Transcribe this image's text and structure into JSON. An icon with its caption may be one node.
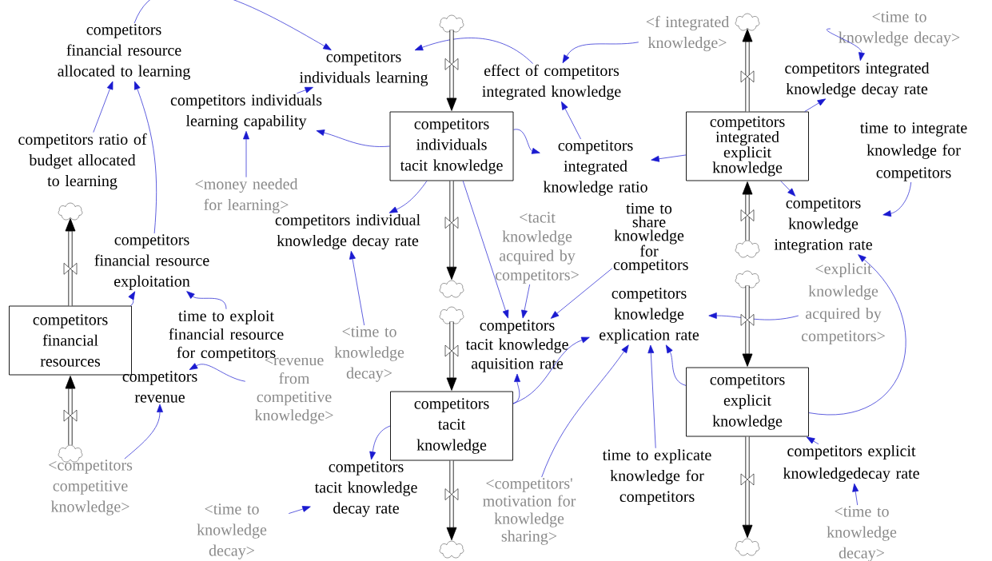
{
  "diagram": {
    "nodes": [
      {
        "text": [
          "competitors financial resource allocated to learning"
        ]
      },
      {
        "text": [
          "competitors individuals learning"
        ]
      },
      {
        "text": [
          "competitors individuals learning capability"
        ]
      },
      {
        "text": [
          "competitors ratio of budget allocated to learning"
        ]
      },
      {
        "text": [
          "<money needed for learning>"
        ]
      },
      {
        "text": [],
        "shape": "cloud"
      },
      {
        "text": [
          "competitors financial resource exploitation"
        ]
      },
      {
        "text": [
          "competitors financial resources"
        ]
      },
      {
        "text": [
          "time to exploit financial resource for competitors"
        ]
      },
      {
        "text": [
          "competitors revenue"
        ]
      },
      {
        "text": [],
        "shape": "cloud"
      },
      {
        "text": [
          "<revenue from competitive knowledge>"
        ]
      },
      {
        "text": [
          "<competitors competitive knowledge>"
        ]
      },
      {
        "text": [
          "<time to knowledge decay>"
        ]
      },
      {
        "text": [],
        "shape": "cloud"
      },
      {
        "text": [
          "effect of competitors integrated knowledge"
        ]
      },
      {
        "text": [
          "competitors individuals tacit knowledge"
        ]
      },
      {
        "text": [
          "competitors integrated knowledge ratio"
        ]
      },
      {
        "text": [
          "<f integrated knowledge>"
        ]
      },
      {
        "text": [
          "competitors individual knowledge decay rate"
        ]
      },
      {
        "text": [
          "<tacit knowledge acquired by competitors>"
        ]
      },
      {
        "text": [
          "<time to knowledge decay>"
        ]
      },
      {
        "text": [],
        "shape": "cloud"
      },
      {
        "text": [],
        "shape": "cloud"
      },
      {
        "text": [
          "competitors tacit knowledge aquisition rate"
        ]
      },
      {
        "text": [
          "competitors tacit knowledge"
        ]
      },
      {
        "text": [
          "competitors tacit knowledge decay rate"
        ]
      },
      {
        "text": [],
        "shape": "cloud"
      },
      {
        "text": [
          "<competitors' motivation for knowledge sharing>"
        ]
      },
      {
        "text": [
          "time to share knowledge for competitors"
        ]
      },
      {
        "text": [
          "competitors knowledge explication rate"
        ]
      },
      {
        "text": [
          "time to explicate knowledge for competitors"
        ]
      },
      {
        "text": [],
        "shape": "cloud"
      },
      {
        "text": [
          "<time to knowledge decay>"
        ]
      },
      {
        "text": [
          "competitors integrated knowledge decay rate"
        ]
      },
      {
        "text": [
          "competitors integrated explicit knowledge"
        ]
      },
      {
        "text": [
          "time to integrate knowledge for competitors"
        ]
      },
      {
        "text": [
          "competitors knowledge integration rate"
        ]
      },
      {
        "text": [],
        "shape": "cloud"
      },
      {
        "text": [],
        "shape": "cloud"
      },
      {
        "text": [
          "<explicit knowledge acquired by competitors>"
        ]
      },
      {
        "text": [
          "competitors explicit knowledge"
        ]
      },
      {
        "text": [
          "competitors explicit knowledgedecay rate"
        ]
      },
      {
        "text": [
          "<time to knowledge decay>"
        ]
      },
      {
        "text": [],
        "shape": "cloud"
      }
    ],
    "edges": [
      {
        "from": 0,
        "to": 1,
        "arrow": "to"
      },
      {
        "from": 3,
        "to": 0,
        "arrow": "to"
      },
      {
        "from": 6,
        "to": 0,
        "arrow": "to"
      },
      {
        "from": 2,
        "to": 1,
        "arrow": "to"
      },
      {
        "from": 4,
        "to": 2,
        "arrow": "to"
      },
      {
        "from": 16,
        "to": 2,
        "arrow": "to"
      },
      {
        "from": 16,
        "to": 19,
        "arrow": "to"
      },
      {
        "from": 16,
        "to": 24,
        "arrow": "to"
      },
      {
        "from": 16,
        "to": 17,
        "arrow": "to"
      },
      {
        "from": 17,
        "to": 15,
        "arrow": "to"
      },
      {
        "from": 15,
        "to": 1,
        "arrow": "to"
      },
      {
        "from": 18,
        "to": 15,
        "arrow": "to"
      },
      {
        "from": 20,
        "to": 24,
        "arrow": "to"
      },
      {
        "from": 21,
        "to": 19,
        "arrow": "to"
      },
      {
        "from": 29,
        "to": 24,
        "arrow": "to"
      },
      {
        "from": 35,
        "to": 17,
        "arrow": "to"
      },
      {
        "from": 35,
        "to": 34,
        "arrow": "to"
      },
      {
        "from": 35,
        "to": 37,
        "arrow": "to"
      },
      {
        "from": 33,
        "to": 34,
        "arrow": "to"
      },
      {
        "from": 36,
        "to": 37,
        "arrow": "to"
      },
      {
        "from": 41,
        "to": 37,
        "arrow": "to"
      },
      {
        "from": 25,
        "to": 24,
        "arrow": "to"
      },
      {
        "from": 25,
        "to": 30,
        "arrow": "to"
      },
      {
        "from": 28,
        "to": 30,
        "arrow": "to"
      },
      {
        "from": 25,
        "to": 26,
        "arrow": "to"
      },
      {
        "from": 31,
        "to": 30,
        "arrow": "to"
      },
      {
        "from": 41,
        "to": 30,
        "arrow": "to"
      },
      {
        "from": 40,
        "to": 30,
        "arrow": "to"
      },
      {
        "from": 42,
        "to": 41,
        "arrow": "to"
      },
      {
        "from": 43,
        "to": 42,
        "arrow": "to"
      },
      {
        "from": 11,
        "to": 9,
        "arrow": "to"
      },
      {
        "from": 12,
        "to": 9,
        "arrow": "to"
      },
      {
        "from": 13,
        "to": 26,
        "arrow": "to"
      },
      {
        "from": 7,
        "to": 6,
        "arrow": "to"
      },
      {
        "from": 8,
        "to": 6,
        "arrow": "to"
      },
      {
        "from": 7,
        "to": 5,
        "arrow": "to",
        "style": "thick",
        "color": "#000000"
      },
      {
        "from": 10,
        "to": 7,
        "arrow": "to",
        "style": "thick",
        "color": "#000000"
      },
      {
        "from": 14,
        "to": 16,
        "arrow": "to",
        "style": "thick",
        "color": "#000000"
      },
      {
        "from": 16,
        "to": 22,
        "arrow": "to",
        "style": "thick",
        "color": "#000000"
      },
      {
        "from": 23,
        "to": 25,
        "arrow": "to",
        "style": "thick",
        "color": "#000000"
      },
      {
        "from": 25,
        "to": 27,
        "arrow": "to",
        "style": "thick",
        "color": "#000000"
      },
      {
        "from": 35,
        "to": 32,
        "arrow": "to",
        "style": "thick",
        "color": "#000000"
      },
      {
        "from": 38,
        "to": 35,
        "arrow": "to",
        "style": "thick",
        "color": "#000000"
      },
      {
        "from": 39,
        "to": 41,
        "arrow": "to",
        "style": "thick",
        "color": "#000000"
      },
      {
        "from": 41,
        "to": 44,
        "arrow": "to",
        "style": "thick",
        "color": "#000000"
      }
    ]
  }
}
